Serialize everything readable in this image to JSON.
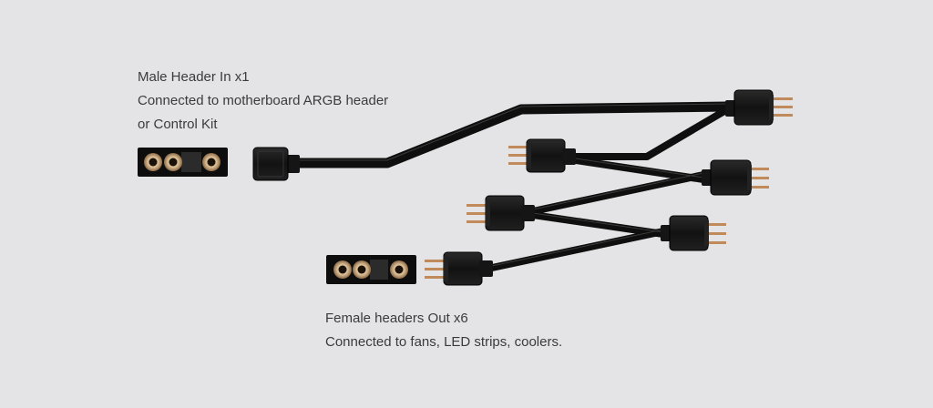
{
  "male_header": {
    "title": "Male Header In x1",
    "line2": "Connected to motherboard ARGB header",
    "line3": "or Control Kit"
  },
  "female_headers": {
    "title": "Female headers Out x6",
    "line2": "Connected to fans, LED strips, coolers."
  },
  "colors": {
    "background": "#e4e4e6",
    "cable": "#121212",
    "connector": "#1a1a1a",
    "pin": "#c08a5a",
    "socket_ring": "#e8d2b0"
  }
}
